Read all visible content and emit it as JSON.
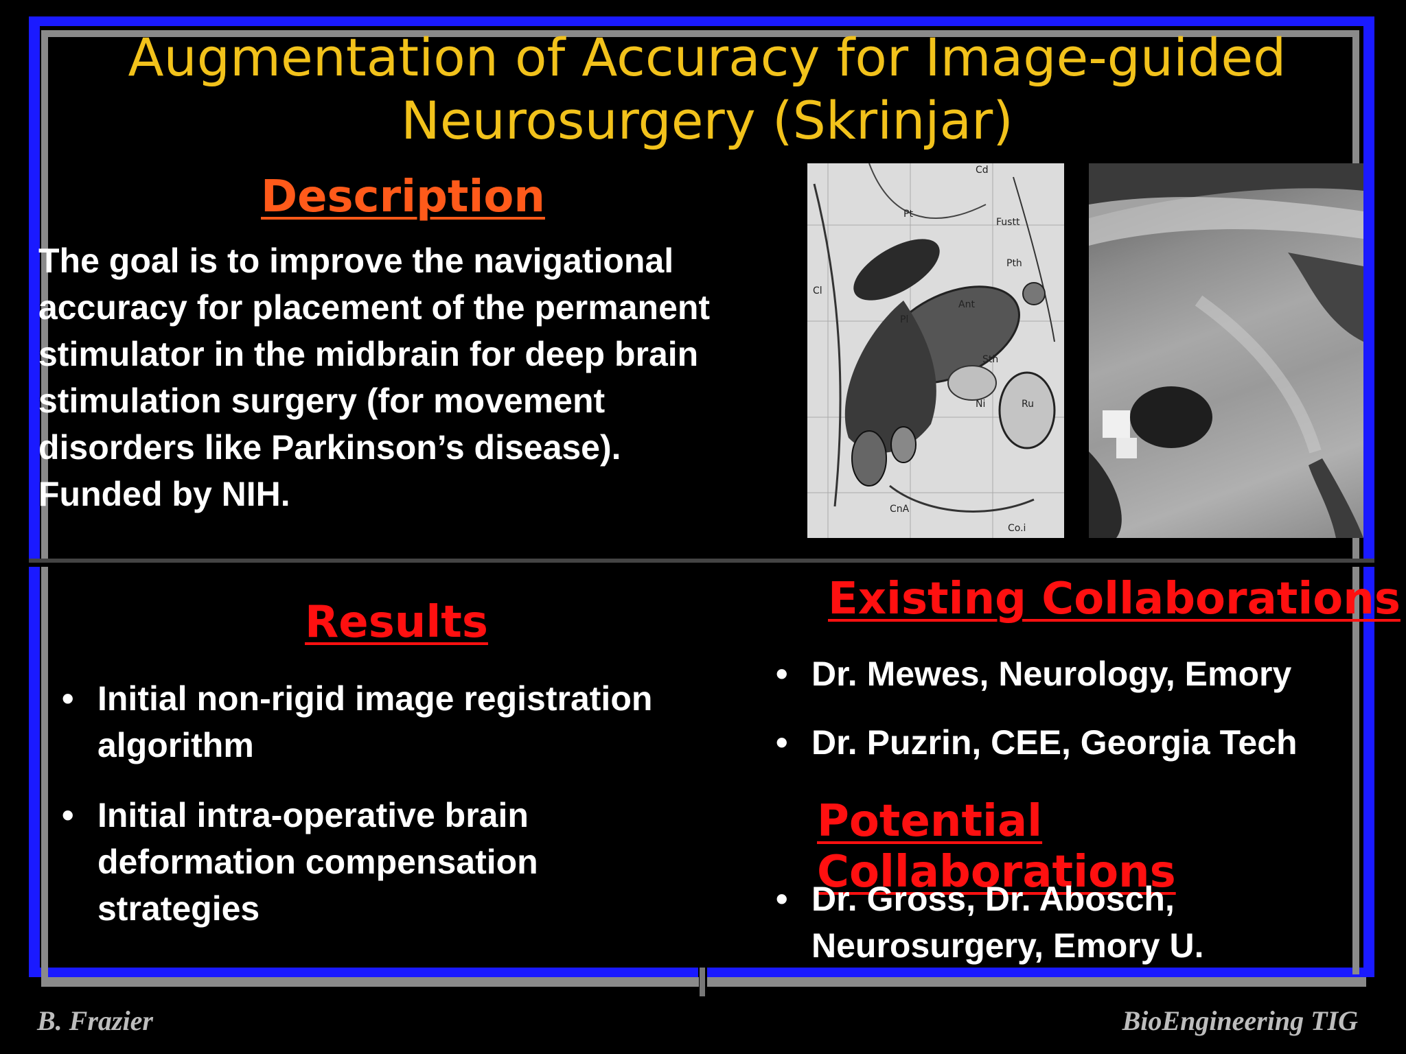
{
  "title_line1": "Augmentation of Accuracy for Image-guided",
  "title_line2": "Neurosurgery (Skrinjar)",
  "description": {
    "heading": "Description",
    "text": "The goal is to improve the navigational accuracy for placement of the permanent stimulator in the midbrain for deep brain stimulation surgery (for movement disorders like Parkinson’s disease). Funded by NIH."
  },
  "results": {
    "heading": "Results",
    "items": [
      "Initial non-rigid image registration algorithm",
      "Initial intra-operative brain deformation compensation strategies"
    ]
  },
  "existing": {
    "heading": "Existing Collaborations",
    "items": [
      "Dr. Mewes, Neurology, Emory",
      "Dr. Puzrin, CEE, Georgia Tech"
    ]
  },
  "potential": {
    "heading": "Potential Collaborations",
    "items": [
      "Dr. Gross, Dr. Abosch, Neurosurgery, Emory U."
    ]
  },
  "atlas_labels": [
    "Pt",
    "Cd",
    "Fustt",
    "Cl",
    "Pth",
    "Sth",
    "Ru",
    "Ni",
    "CnA",
    "Co.i",
    "Ant",
    "Pl"
  ],
  "footer": {
    "left": "B. Frazier",
    "right": "BioEngineering TIG"
  },
  "colors": {
    "title": "#f2c21b",
    "description_heading": "#ff5a1a",
    "section_heading": "#ff1010",
    "frame_blue": "#1a1aff",
    "frame_gray": "#8a8a8a"
  }
}
